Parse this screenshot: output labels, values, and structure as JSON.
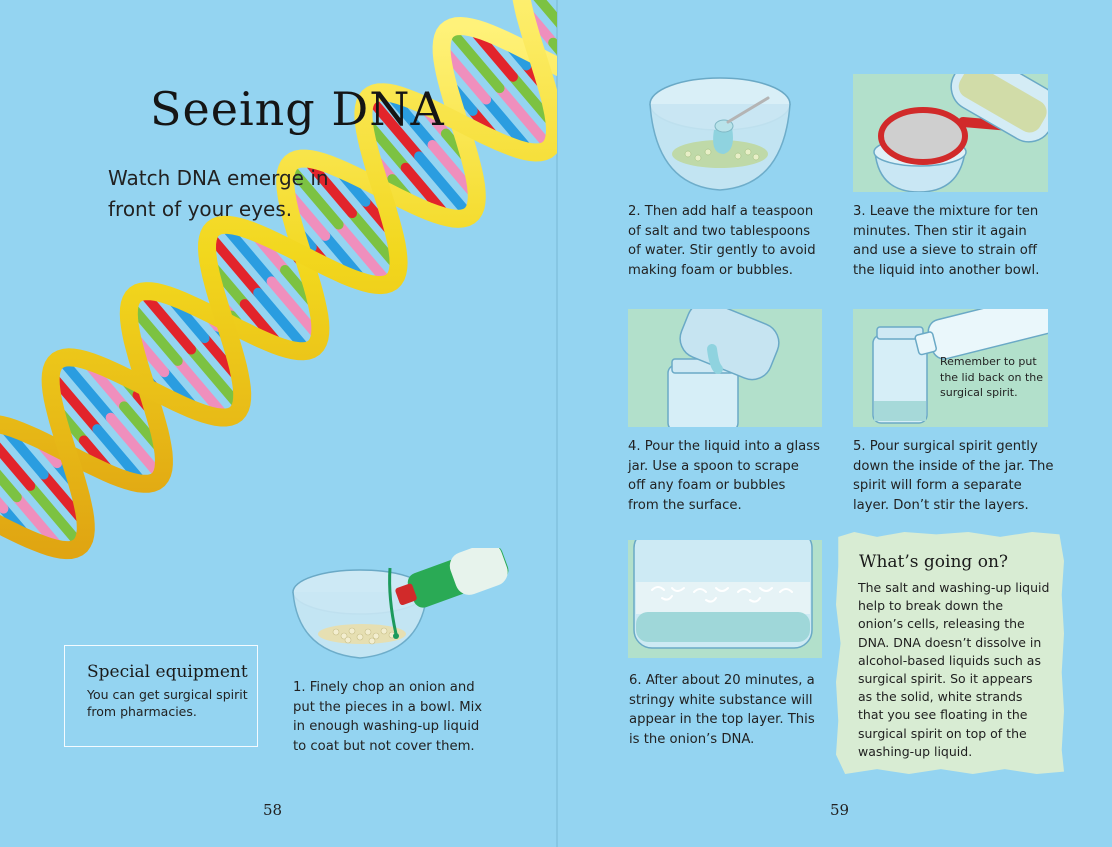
{
  "left_page": {
    "title": "Seeing DNA",
    "subtitle": "Watch DNA emerge in front of your eyes.",
    "equipment": {
      "heading": "Special equipment",
      "text": "You can get surgical spirit from pharmacies."
    },
    "page_number": "58"
  },
  "steps": [
    {
      "text": "1. Finely chop an onion and put the pieces in a bowl. Mix in enough washing-up liquid to coat but not cover them."
    },
    {
      "text": "2. Then add half a teaspoon of salt and two tablespoons of water. Stir gently to avoid making foam or bubbles."
    },
    {
      "text": "3. Leave the mixture for ten minutes. Then stir it again and use a sieve to strain off the liquid into another bowl."
    },
    {
      "text": "4. Pour the liquid into a glass jar. Use a spoon to scrape off any foam or bubbles from the surface."
    },
    {
      "text": "5. Pour surgical spirit gently down the inside of the jar. The spirit will form a separate layer. Don’t stir the layers."
    },
    {
      "text": "6. After about 20 minutes, a stringy white substance will appear in the top layer. This is the onion’s DNA."
    }
  ],
  "step5_note": "Remember to put the lid back on the surgical spirit.",
  "whats_going_on": {
    "heading": "What’s going on?",
    "text": "The salt and washing-up liquid help to break down the onion’s cells, releasing the DNA. DNA doesn’t dissolve in alcohol-based liquids such as surgical spirit. So it appears as the solid, white strands that you see floating in the surgical spirit on top of the washing-up liquid."
  },
  "right_page": {
    "page_number": "59"
  },
  "colors": {
    "background": "#94d4f1",
    "panel": "#b2e0cb",
    "helix_backbone": "#f2d71d",
    "base_red": "#e2242b",
    "base_blue": "#2a9de0",
    "base_pink": "#ef8fbd",
    "base_green": "#7cc242"
  },
  "icons": [
    "dna-helix-icon",
    "bowl-icon",
    "sieve-icon",
    "jar-icon",
    "bottle-icon",
    "spoon-icon"
  ]
}
